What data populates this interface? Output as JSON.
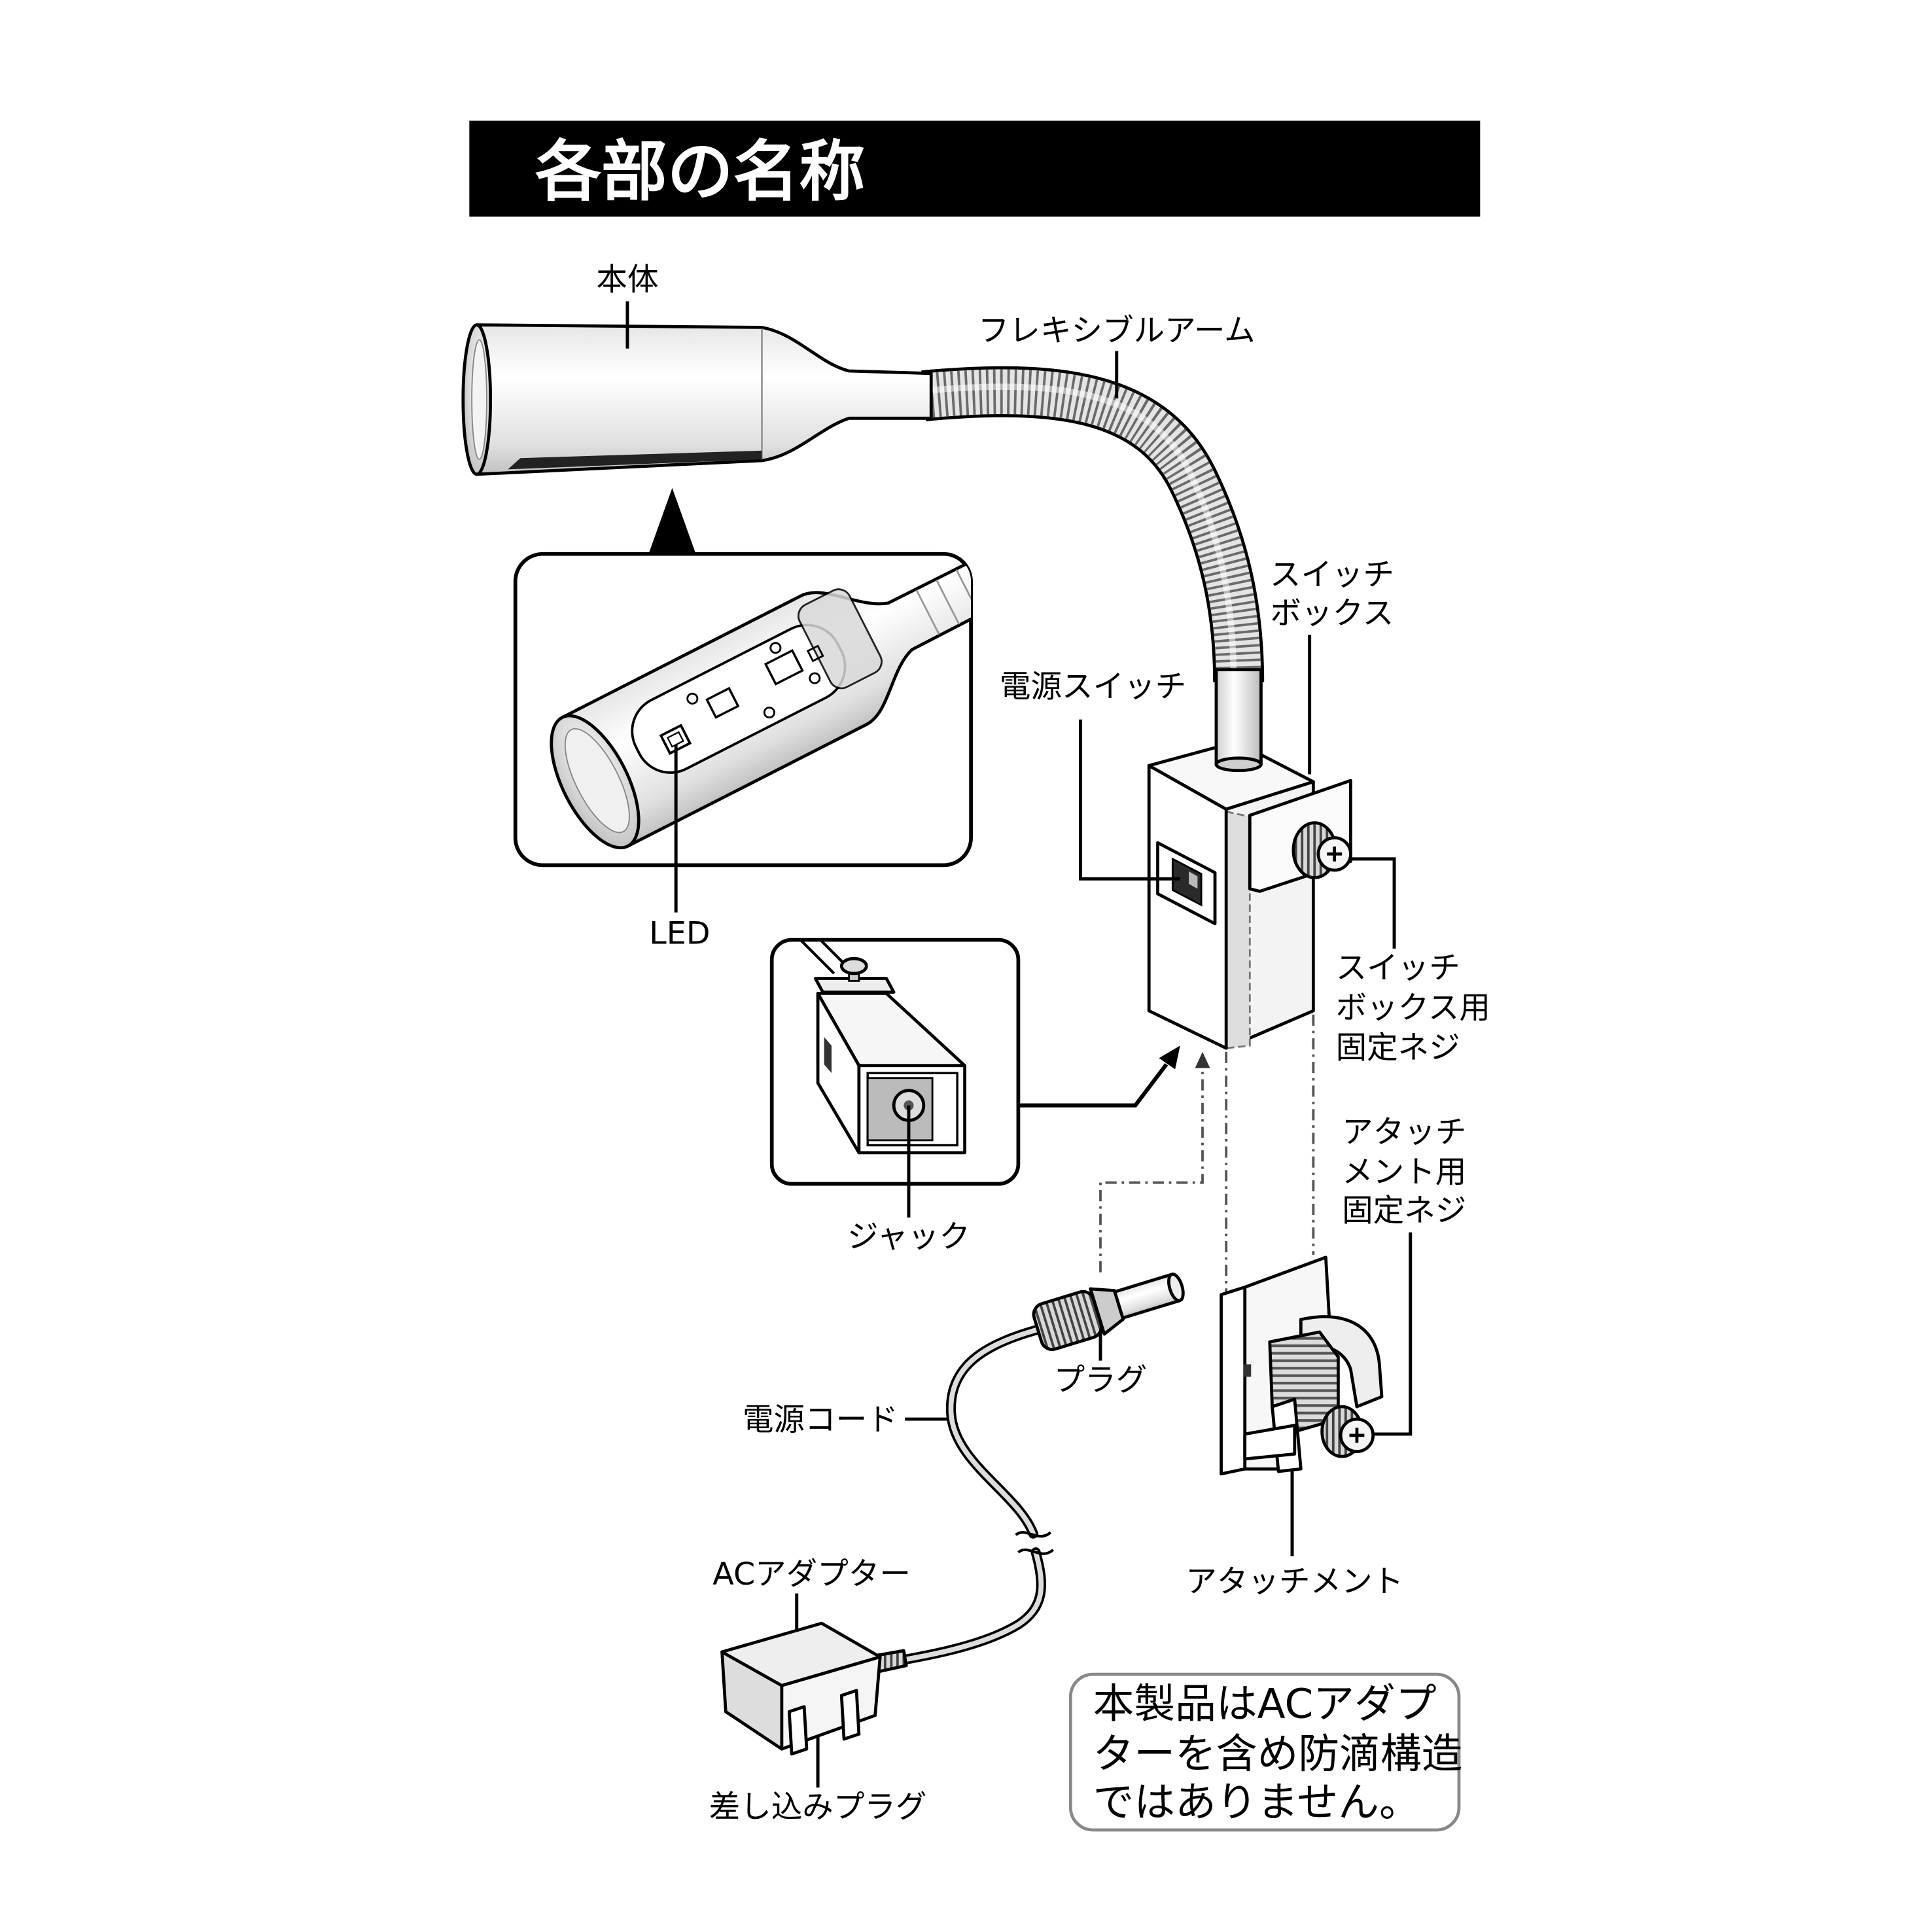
{
  "title": "各部の名称",
  "labels": {
    "body": "本体",
    "flexible_arm": "フレキシブルアーム",
    "switch_box": [
      "スイッチ",
      "ボックス"
    ],
    "power_switch": "電源スイッチ",
    "led": "LED",
    "switch_box_screw": [
      "スイッチ",
      "ボックス用",
      "固定ネジ"
    ],
    "attachment_screw": [
      "アタッチ",
      "メント用",
      "固定ネジ"
    ],
    "jack": "ジャック",
    "plug": "プラグ",
    "power_cord": "電源コード",
    "ac_adapter": "ACアダプター",
    "attachment": "アタッチメント",
    "outlet_plug": "差し込みプラグ"
  },
  "note": [
    "本製品はACアダプ",
    "ターを含め防滴構造",
    "ではありません。"
  ],
  "colors": {
    "title_bar": "#000000",
    "title_text": "#ffffff",
    "note_border": "#888888"
  }
}
